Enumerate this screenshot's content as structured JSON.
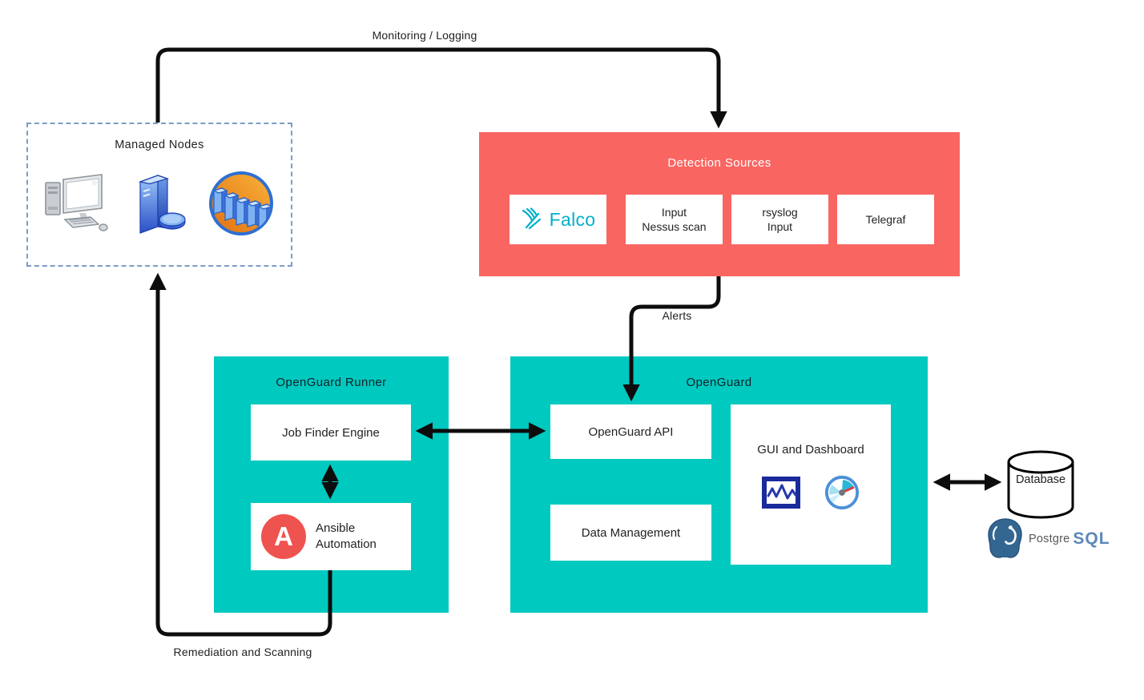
{
  "diagram_title": "OpenGuard architecture diagram",
  "colors": {
    "detection_red": "#f96561",
    "teal": "#00c9c0",
    "falco_teal": "#00b0cc",
    "ansible_red": "#ef5350",
    "navy_icon": "#1b2a9b",
    "postgres_blue": "#336791",
    "dashed_border_blue": "#7d9cc4",
    "arrow_black": "#0d0d0d"
  },
  "connectors": {
    "monitoring_label": "Monitoring / Logging",
    "alerts_label": "Alerts",
    "remediation_label": "Remediation and Scanning"
  },
  "managed_nodes": {
    "title": "Managed Nodes",
    "icons": [
      "desktop-computer",
      "server-with-disk",
      "server-cluster-globe"
    ]
  },
  "detection_sources": {
    "title": "Detection Sources",
    "falco_label": "Falco",
    "items": [
      {
        "line1": "Input",
        "line2": "Nessus scan"
      },
      {
        "line1": "rsyslog",
        "line2": "Input"
      },
      {
        "line1": "Telegraf",
        "line2": ""
      }
    ]
  },
  "openguard_runner": {
    "title": "OpenGuard Runner",
    "job_finder_label": "Job Finder Engine",
    "ansible": {
      "logo_letter": "A",
      "line1": "Ansible",
      "line2": "Automation"
    }
  },
  "openguard": {
    "title": "OpenGuard",
    "api_label": "OpenGuard API",
    "data_management_label": "Data Management",
    "gui_label": "GUI and Dashboard",
    "gui_icons": [
      "line-chart-monitor",
      "gauge-dashboard"
    ]
  },
  "database": {
    "label": "Database",
    "postgres_name": "Postgre",
    "postgres_sql": "SQL"
  }
}
